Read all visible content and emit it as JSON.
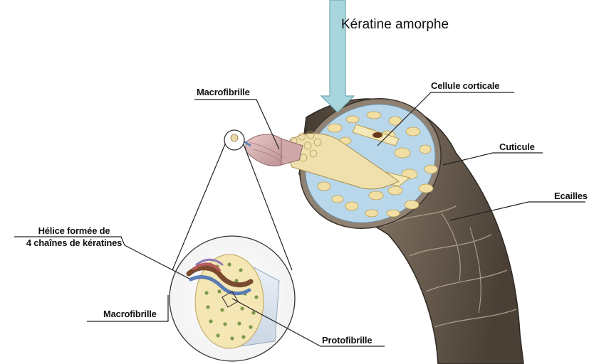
{
  "labels": {
    "keratine_amorphe": "Kératine amorphe",
    "macrofibrille_top": "Macrofibrille",
    "cellule_corticale": "Cellule corticale",
    "cuticule": "Cuticule",
    "ecailles": "Ecailles",
    "helice_line1": "Hélice formée de",
    "helice_line2": "4 chaînes de kératines",
    "macrofibrille_bottom": "Macrofibrille",
    "protofibrille": "Protofibrille"
  },
  "colors": {
    "arrow": "#a8d6dc",
    "arrow_stroke": "#6fa9b2",
    "hair_shaft": "#5e5246",
    "cortex_blue": "#b9d7ea",
    "cell_yellow": "#f1dfa4",
    "macrofibril_pink": "#d9b2b3",
    "protofibril_green": "#7c9a4a"
  }
}
